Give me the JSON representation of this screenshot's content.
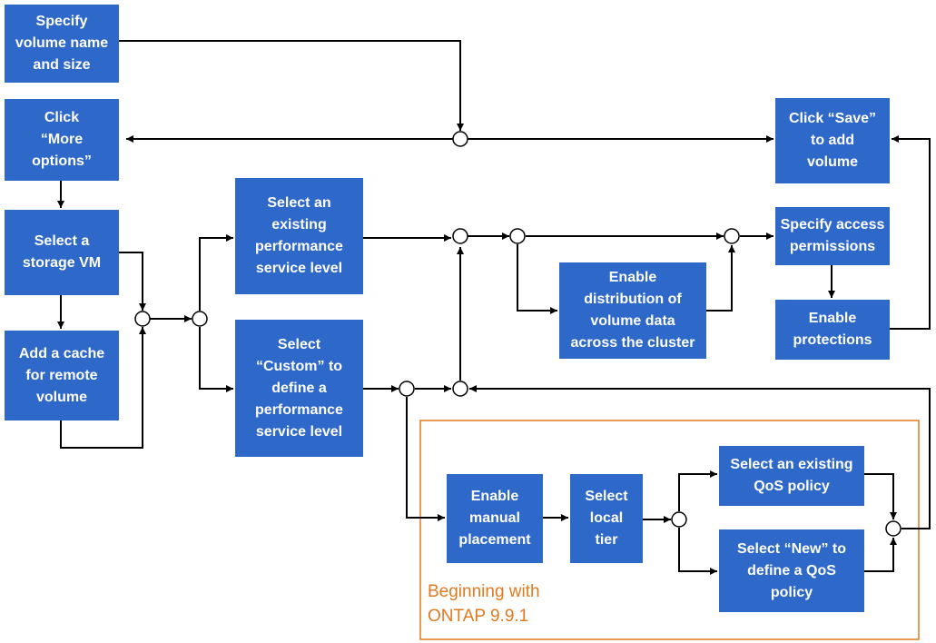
{
  "steps": {
    "specify_volume": "Specify\nvolume name\nand size",
    "click_more_options": "Click\n“More\noptions”",
    "select_storage_vm": "Select a\nstorage VM",
    "add_cache": "Add a cache\nfor remote\nvolume",
    "select_existing_psl": "Select an\nexisting\nperformance\nservice level",
    "select_custom_psl": "Select\n“Custom” to\ndefine a\nperformance\nservice level",
    "enable_distribution": "Enable\ndistribution of\nvolume data\nacross the cluster",
    "click_save": "Click “Save”\nto add\nvolume",
    "specify_access": "Specify access\npermissions",
    "enable_protections": "Enable\nprotections",
    "enable_manual_placement": "Enable\nmanual\nplacement",
    "select_local_tier": "Select\nlocal\ntier",
    "select_existing_qos": "Select an existing\nQoS policy",
    "select_new_qos": "Select “New” to\ndefine a QoS\npolicy"
  },
  "group_label": "Beginning with\nONTAP 9.9.1",
  "colors": {
    "box": "#2e68c9",
    "box_text": "#ffffff",
    "line": "#000000",
    "group_border": "#e07a1f",
    "group_text": "#e07a1f"
  }
}
